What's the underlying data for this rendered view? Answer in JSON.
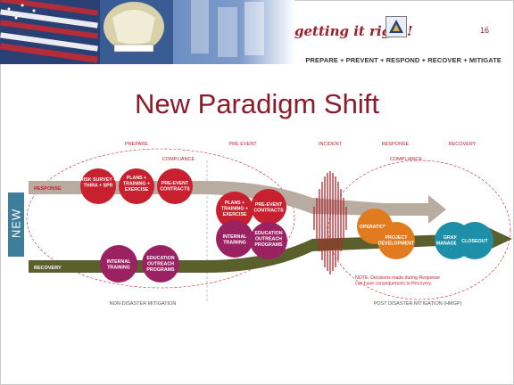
{
  "header": {
    "brand": "getting it right!",
    "page_number": "16",
    "tagline": "PREPARE + PREVENT + RESPOND + RECOVER + MITIGATE"
  },
  "title": "New Paradigm Shift",
  "side_tab": "NEW",
  "phases": [
    "PREPARE",
    "PRE EVENT",
    "INCIDENT",
    "RESPONSE",
    "RECOVERY"
  ],
  "compliance_left": "COMPLIANCE",
  "compliance_right": "COMPLIANCE",
  "tracks": {
    "response": "RESPONSE",
    "recovery": "RECOVERY"
  },
  "circles": {
    "risk": "RISK SURVEY + THIRA + SPR",
    "plans": "PLANS + TRAINING + EXERCISE",
    "preevent": "PRE-EVENT CONTRACTS",
    "internal": "INTERNAL TRAINING",
    "education": "EDUCATION OUTREACH PROGRAMS",
    "plans2": "PLANS + TRAINING + EXERCISE",
    "preevent2": "PRE-EVENT CONTRACTS",
    "internal2": "INTERNAL TRAINING",
    "education2": "EDUCATION OUTREACH PROGRAMS",
    "operations": "OPERATIONS",
    "project": "PROJECT DEVELOPMENT",
    "grants": "GRANTS MANAGEMENT",
    "closeout": "CLOSEOUT"
  },
  "note": "NOTE: Decisions made during Response can have consequences to Recovery.",
  "bottom_left": "NON-DISASTER MITIGATION",
  "bottom_right": "POST DISASTER MITIGATION (HMGP)",
  "colors": {
    "crimson": "#c8202f",
    "magenta": "#9b2262",
    "orange": "#e07b20",
    "teal": "#1e8fa8",
    "olive": "#5b5f2b",
    "taupe": "#b8aca0"
  }
}
